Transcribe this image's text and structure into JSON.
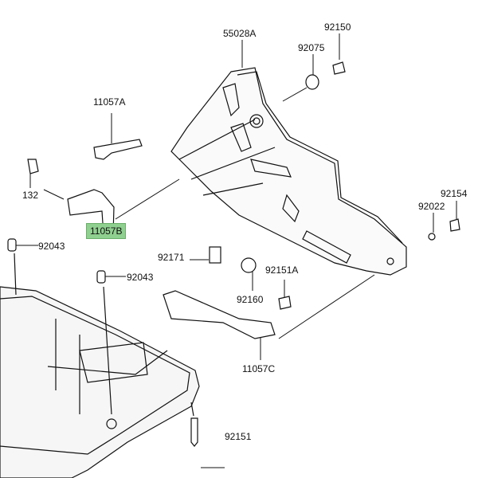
{
  "diagram": {
    "highlight_color": "#8fcf8f",
    "parts": [
      {
        "id": "p1",
        "number": "55028A",
        "name": "cover"
      },
      {
        "id": "p2",
        "number": "92075",
        "name": "grommet"
      },
      {
        "id": "p3",
        "number": "92150",
        "name": "bolt"
      },
      {
        "id": "p4",
        "number": "11057A",
        "name": "bracket"
      },
      {
        "id": "p5",
        "number": "132",
        "name": "bolt"
      },
      {
        "id": "p6",
        "number": "11057B",
        "name": "bracket",
        "highlighted": true
      },
      {
        "id": "p7",
        "number": "92043",
        "name": "pin"
      },
      {
        "id": "p8",
        "number": "92043",
        "name": "pin"
      },
      {
        "id": "p9",
        "number": "92171",
        "name": "clamp"
      },
      {
        "id": "p10",
        "number": "92151A",
        "name": "bolt"
      },
      {
        "id": "p11",
        "number": "92160",
        "name": "damper"
      },
      {
        "id": "p12",
        "number": "11057C",
        "name": "bracket"
      },
      {
        "id": "p13",
        "number": "92151",
        "name": "bolt"
      },
      {
        "id": "p14",
        "number": "92154",
        "name": "bolt"
      },
      {
        "id": "p15",
        "number": "92022",
        "name": "washer"
      }
    ]
  }
}
